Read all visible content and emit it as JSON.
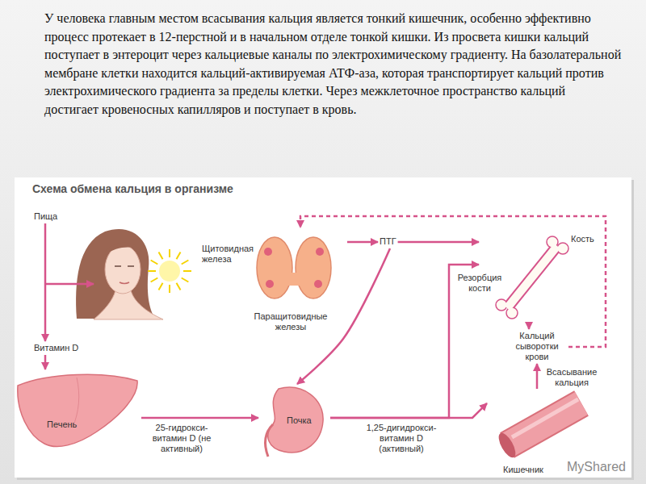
{
  "diagram": {
    "title": "Схема обмена кальция в организме",
    "caption": "У человека главным местом всасывания кальция является тонкий кишечник, особенно эффективно процесс протекает в 12-перстной и в начальном отделе тонкой кишки. Из просвета кишки кальций поступает в энтероцит через кальциевые каналы по электрохимическому градиенту. На базолатеральной мембране клетки находится кальций-активируемая АТФ-аза, которая транспортирует кальций против электрохимического градиента за пределы клетки. Через межклеточное пространство кальций достигает кровеносных капилляров и поступает в кровь.",
    "nodes": [
      {
        "text": [
          "Пища"
        ]
      },
      {
        "text": [
          "Витамин D"
        ]
      },
      {
        "text": [
          "Печень"
        ]
      },
      {
        "text": [
          "Почка"
        ]
      },
      {
        "text": [
          "Щитовидная железа",
          "Паращитовидные железы"
        ]
      },
      {
        "text": [
          "ПТГ"
        ]
      },
      {
        "text": [
          "Кость"
        ]
      },
      {
        "text": [
          "Кальций сыворотки крови"
        ]
      },
      {
        "text": [
          "Кишечник"
        ]
      }
    ],
    "edges": [
      {
        "from": 0,
        "to": 1,
        "arrow": "to"
      },
      {
        "from": 1,
        "to": 2,
        "arrow": "to"
      },
      {
        "from": 2,
        "to": 3,
        "label": "25-гидрокси-витамин D (не активный)",
        "arrow": "to"
      },
      {
        "from": 3,
        "to": 8,
        "label": "1,25-дигидрокси-витамин D (активный)",
        "arrow": "to"
      },
      {
        "from": 3,
        "to": 6,
        "label": "Резорбция кости",
        "arrow": "to"
      },
      {
        "from": 4,
        "to": 5,
        "arrow": "to"
      },
      {
        "from": 5,
        "to": 3,
        "arrow": "to"
      },
      {
        "from": 5,
        "to": 6,
        "arrow": "to"
      },
      {
        "from": 6,
        "to": 7,
        "arrow": "to"
      },
      {
        "from": 8,
        "to": 7,
        "label": "Всасывание кальция",
        "arrow": "to"
      },
      {
        "from": 7,
        "to": 4,
        "arrow": "to"
      }
    ],
    "labels": [
      "MyShared"
    ]
  }
}
